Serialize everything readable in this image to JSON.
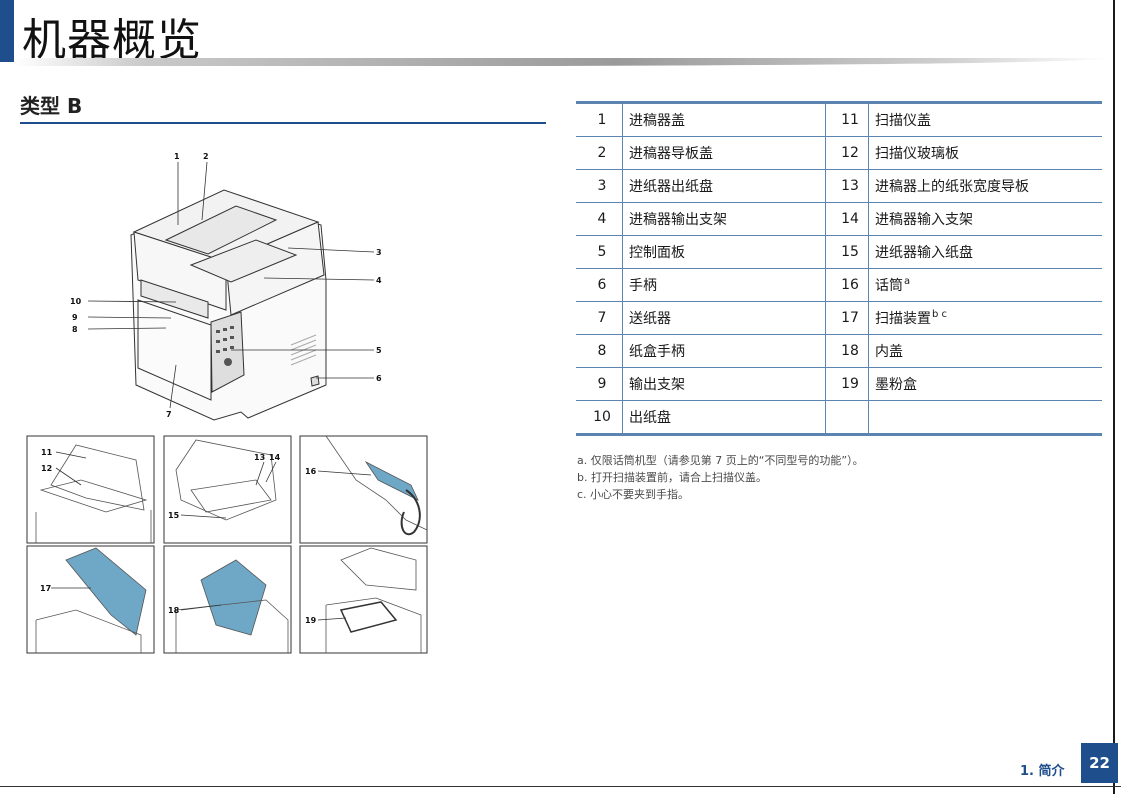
{
  "page_title": "机器概览",
  "section_title": "类型 B",
  "figure": {
    "main_callouts": [
      "1",
      "2",
      "3",
      "4",
      "5",
      "6",
      "7",
      "8",
      "9",
      "10"
    ],
    "detail_callouts": [
      "11",
      "12",
      "13",
      "14",
      "15",
      "16",
      "17",
      "18",
      "19"
    ]
  },
  "parts": [
    {
      "num": "1",
      "label": "进稿器盖",
      "num2": "11",
      "label2": "扫描仪盖",
      "sup2": ""
    },
    {
      "num": "2",
      "label": "进稿器导板盖",
      "num2": "12",
      "label2": "扫描仪玻璃板",
      "sup2": ""
    },
    {
      "num": "3",
      "label": "进纸器出纸盘",
      "num2": "13",
      "label2": "进稿器上的纸张宽度导板",
      "sup2": ""
    },
    {
      "num": "4",
      "label": "进稿器输出支架",
      "num2": "14",
      "label2": "进稿器输入支架",
      "sup2": ""
    },
    {
      "num": "5",
      "label": "控制面板",
      "num2": "15",
      "label2": "进纸器输入纸盘",
      "sup2": ""
    },
    {
      "num": "6",
      "label": "手柄",
      "num2": "16",
      "label2": "话筒",
      "sup2": "a"
    },
    {
      "num": "7",
      "label": "送纸器",
      "num2": "17",
      "label2": "扫描装置",
      "sup2": "b c"
    },
    {
      "num": "8",
      "label": "纸盒手柄",
      "num2": "18",
      "label2": "内盖",
      "sup2": ""
    },
    {
      "num": "9",
      "label": "输出支架",
      "num2": "19",
      "label2": "墨粉盒",
      "sup2": ""
    },
    {
      "num": "10",
      "label": "出纸盘",
      "num2": "",
      "label2": "",
      "sup2": ""
    }
  ],
  "notes": [
    "a. 仅限话筒机型（请参见第 7 页上的“不同型号的功能”）。",
    "b. 打开扫描装置前，请合上扫描仪盖。",
    "c. 小心不要夹到手指。"
  ],
  "footer": {
    "section": "1. 简介",
    "page": "22"
  },
  "colors": {
    "accent": "#1f4e8c",
    "table_rule": "#5b84b1",
    "scanner_highlight": "#6fa7c6"
  }
}
